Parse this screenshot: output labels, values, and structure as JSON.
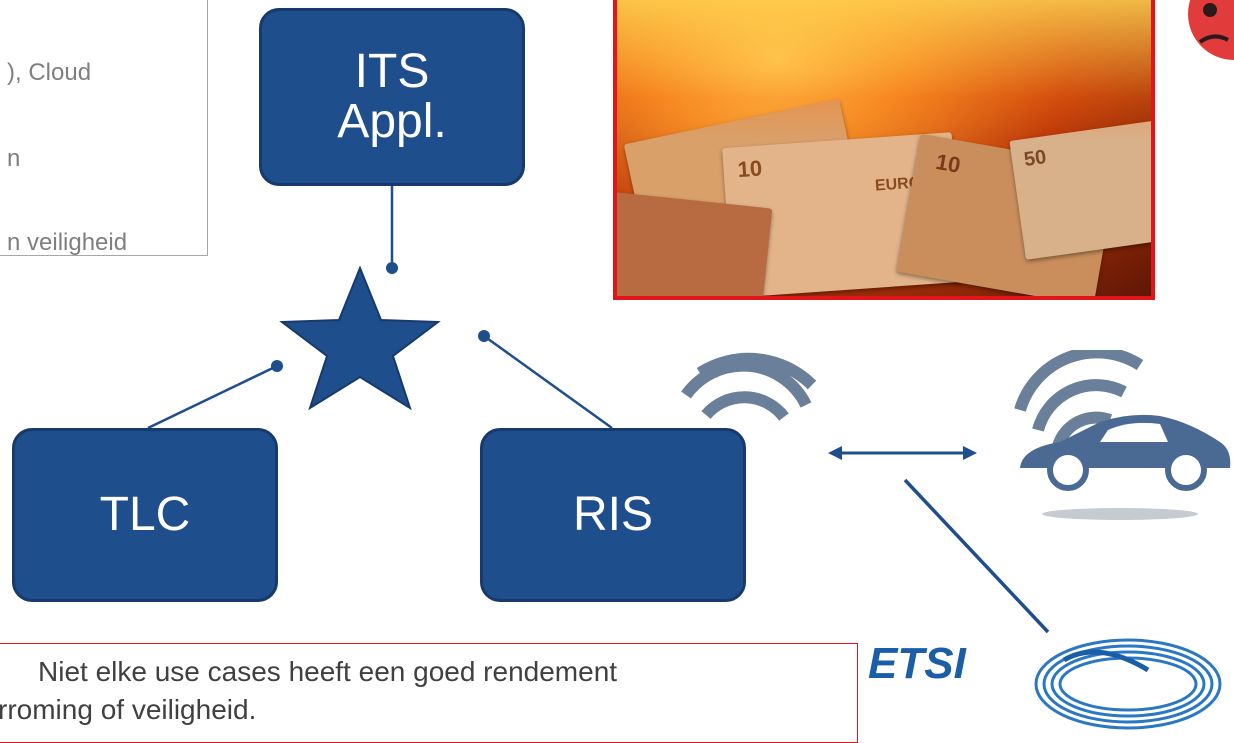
{
  "textbox": {
    "line1": "), Cloud",
    "line2": "n",
    "line3": "n veiligheid"
  },
  "nodes": {
    "its": "ITS\nAppl.",
    "tlc": "TLC",
    "ris": "RIS"
  },
  "bottom": {
    "line1": "Niet elke use cases heeft een goed rendement",
    "line2": "rroming of veiligheid."
  },
  "logo": {
    "text": "ETSI"
  },
  "photo": {
    "bill_texts": [
      "10",
      "EURO",
      "10",
      "50"
    ]
  },
  "colors": {
    "node_fill": "#1f4e8c",
    "accent_red": "#e0161a",
    "wifi_gray": "#6a7f99",
    "etsi_blue": "#1a5ea8"
  }
}
